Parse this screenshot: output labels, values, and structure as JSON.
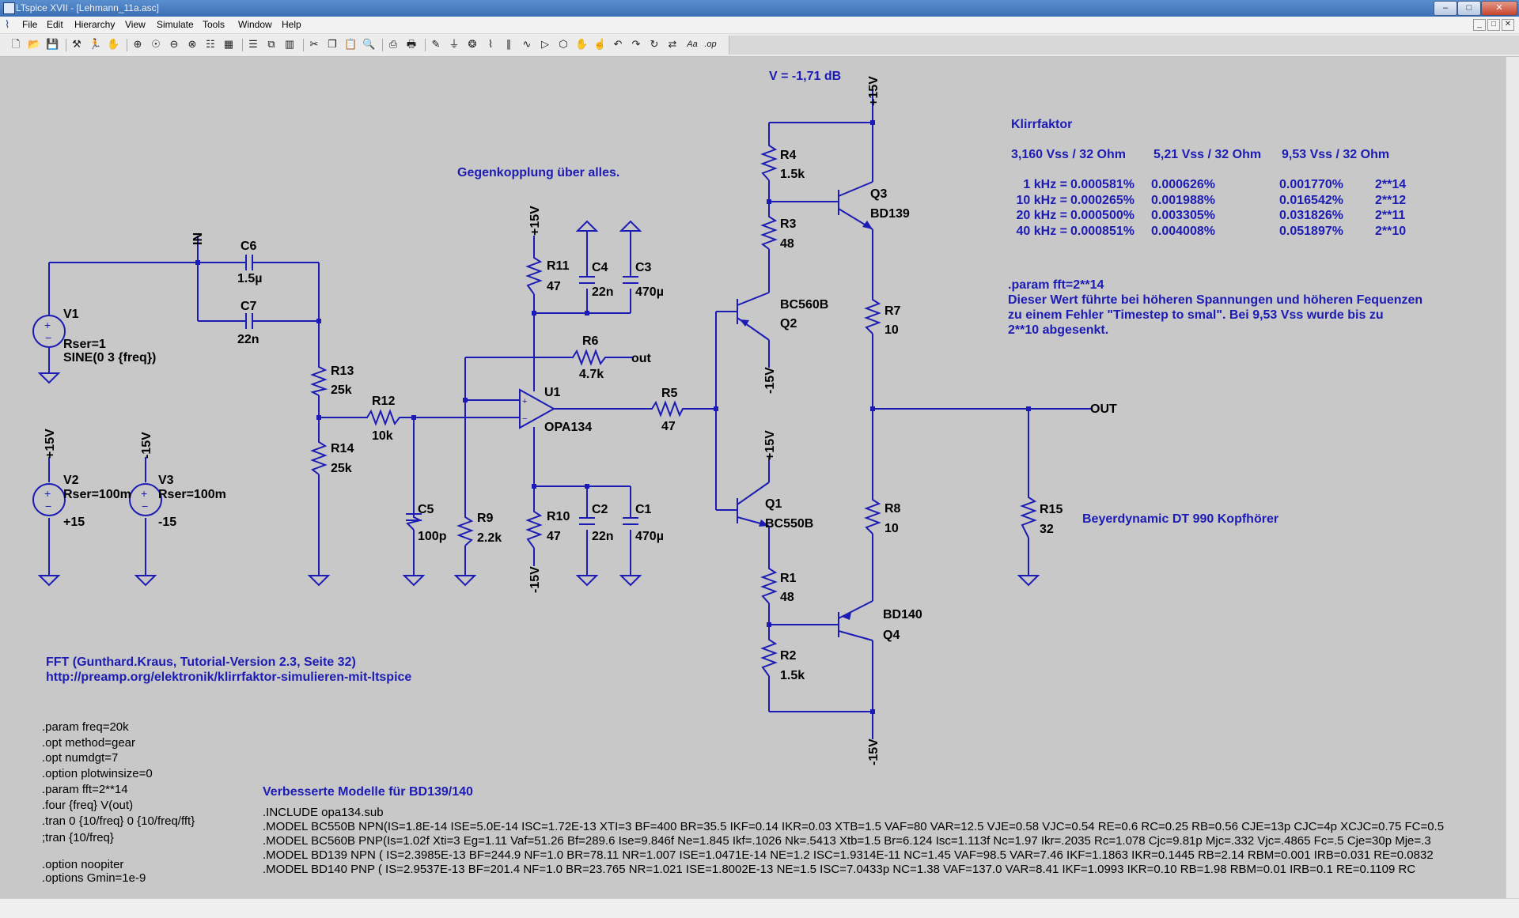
{
  "window": {
    "title": "LTspice XVII - [Lehmann_11a.asc]"
  },
  "window_buttons": [
    "–",
    "□",
    "✕"
  ],
  "menu": [
    "File",
    "Edit",
    "Hierarchy",
    "View",
    "Simulate",
    "Tools",
    "Window",
    "Help"
  ],
  "toolbar_icons": [
    "new-schematic-icon",
    "open-icon",
    "save-icon",
    "control-panel-icon",
    "run-icon",
    "halt-icon",
    "zoom-in-icon",
    "zoom-area-icon",
    "zoom-out-icon",
    "zoom-cancel-icon",
    "autorange-icon",
    "fit-icon",
    "tile-horizontal-icon",
    "cascade-icon",
    "tile-vertical-icon",
    "cut-icon",
    "copy-icon",
    "paste-icon",
    "find-icon",
    "print-setup-icon",
    "print-icon",
    "wire-icon",
    "ground-icon",
    "label-icon",
    "resistor-icon",
    "capacitor-icon",
    "inductor-icon",
    "diode-icon",
    "component-icon",
    "move-icon",
    "drag-icon",
    "undo-icon",
    "redo-icon",
    "rotate-icon",
    "mirror-icon",
    "text-icon",
    "spice-directive-icon"
  ],
  "schematic": {
    "header_v": "V = -1,71 dB",
    "heading": "Gegenkopplung über alles.",
    "klirr": {
      "title": "Klirrfaktor",
      "col_headers": [
        "3,160 Vss / 32 Ohm",
        "5,21 Vss / 32 Ohm",
        "9,53 Vss / 32 Ohm"
      ],
      "rows": [
        {
          "f": "1 kHz =",
          "a": "0.000581%",
          "b": "0.000626%",
          "c": "0.001770%",
          "fft": "2**14"
        },
        {
          "f": "10 kHz =",
          "a": "0.000265%",
          "b": "0.001988%",
          "c": "0.016542%",
          "fft": "2**12"
        },
        {
          "f": "20 kHz =",
          "a": "0.000500%",
          "b": "0.003305%",
          "c": "0.031826%",
          "fft": "2**11"
        },
        {
          "f": "40 kHz =",
          "a": "0.000851%",
          "b": "0.004008%",
          "c": "0.051897%",
          "fft": "2**10"
        }
      ]
    },
    "note": [
      ".param fft=2**14",
      "Dieser Wert führte bei höheren Spannungen und höheren Fequenzen",
      "zu einem Fehler \"Timestep to smal\". Bei 9,53 Vss wurde bis zu",
      "2**10 abgesenkt."
    ],
    "fft_ref": [
      "FFT (Gunthard.Kraus, Tutorial-Version 2.3, Seite 32)",
      "http://preamp.org/elektronik/klirrfaktor-simulieren-mit-ltspice"
    ],
    "directives": [
      ".param freq=20k",
      ".opt method=gear",
      ".opt numdgt=7",
      ".option plotwinsize=0",
      ".param fft=2**14",
      ".four {freq} V(out)",
      ".tran 0 {10/freq} 0 {10/freq/fft}",
      " ;tran {10/freq}",
      "",
      ".option noopiter"
    ],
    "gmin": ".options Gmin=1e-9",
    "models_title": "Verbesserte Modelle für BD139/140",
    "models": [
      ".INCLUDE opa134.sub",
      ".MODEL BC550B NPN(IS=1.8E-14 ISE=5.0E-14 ISC=1.72E-13 XTI=3 BF=400 BR=35.5 IKF=0.14 IKR=0.03 XTB=1.5 VAF=80 VAR=12.5 VJE=0.58 VJC=0.54 RE=0.6 RC=0.25 RB=0.56 CJE=13p CJC=4p XCJC=0.75 FC=0.5",
      ".MODEL BC560B PNP(Is=1.02f Xti=3 Eg=1.11 Vaf=51.26 Bf=289.6 Ise=9.846f Ne=1.845 Ikf=.1026 Nk=.5413 Xtb=1.5 Br=6.124 Isc=1.113f Nc=1.97 Ikr=.2035 Rc=1.078 Cjc=9.81p Mjc=.332 Vjc=.4865 Fc=.5 Cje=30p Mje=.3",
      ".MODEL BD139 NPN ( IS=2.3985E-13 BF=244.9 NF=1.0 BR=78.11 NR=1.007 ISE=1.0471E-14 NE=1.2 ISC=1.9314E-11 NC=1.45 VAF=98.5 VAR=7.46 IKF=1.1863 IKR=0.1445 RB=2.14 RBM=0.001 IRB=0.031 RE=0.0832",
      ".MODEL BD140 PNP ( IS=2.9537E-13 BF=201.4 NF=1.0 BR=23.765 NR=1.021 ISE=1.8002E-13 NE=1.5 ISC=7.0433p NC=1.38 VAF=137.0 VAR=8.41 IKF=1.0993 IKR=0.10 RB=1.98 RBM=0.01 IRB=0.1 RE=0.1109 RC"
    ],
    "headphone": "Beyerdynamic DT 990 Kopfhörer",
    "nets": {
      "in": "IN",
      "out_label": "out",
      "OUT": "OUT",
      "p15": "+15V",
      "m15": "-15V"
    },
    "components": {
      "V1": {
        "ref": "V1",
        "p1": "Rser=1",
        "p2": "SINE(0 3 {freq})"
      },
      "V2": {
        "ref": "V2",
        "p1": "Rser=100m",
        "val": "+15"
      },
      "V3": {
        "ref": "V3",
        "p1": "Rser=100m",
        "val": "-15"
      },
      "C6": {
        "ref": "C6",
        "val": "1.5µ"
      },
      "C7": {
        "ref": "C7",
        "val": "22n"
      },
      "R13": {
        "ref": "R13",
        "val": "25k"
      },
      "R14": {
        "ref": "R14",
        "val": "25k"
      },
      "R12": {
        "ref": "R12",
        "val": "10k"
      },
      "C5": {
        "ref": "C5",
        "val": "100p"
      },
      "R9": {
        "ref": "R9",
        "val": "2.2k"
      },
      "R11": {
        "ref": "R11",
        "val": "47"
      },
      "C4": {
        "ref": "C4",
        "val": "22n"
      },
      "C3": {
        "ref": "C3",
        "val": "470µ"
      },
      "R6": {
        "ref": "R6",
        "val": "4.7k"
      },
      "U1": {
        "ref": "U1",
        "val": "OPA134"
      },
      "R10": {
        "ref": "R10",
        "val": "47"
      },
      "C2": {
        "ref": "C2",
        "val": "22n"
      },
      "C1": {
        "ref": "C1",
        "val": "470µ"
      },
      "R5": {
        "ref": "R5",
        "val": "47"
      },
      "R4": {
        "ref": "R4",
        "val": "1.5k"
      },
      "R3": {
        "ref": "R3",
        "val": "48"
      },
      "Q3": {
        "ref": "Q3",
        "val": "BD139"
      },
      "Q2": {
        "ref": "Q2",
        "val": "BC560B"
      },
      "R7": {
        "ref": "R7",
        "val": "10"
      },
      "Q1": {
        "ref": "Q1",
        "val": "BC550B"
      },
      "R8": {
        "ref": "R8",
        "val": "10"
      },
      "R1": {
        "ref": "R1",
        "val": "48"
      },
      "Q4": {
        "ref": "Q4",
        "val": "BD140"
      },
      "R2": {
        "ref": "R2",
        "val": "1.5k"
      },
      "R15": {
        "ref": "R15",
        "val": "32"
      }
    }
  },
  "colors": {
    "wire": "#1c1cb4",
    "label": "#000000",
    "text_blue": "#1c1cb4",
    "background": "#c8c8c8"
  }
}
